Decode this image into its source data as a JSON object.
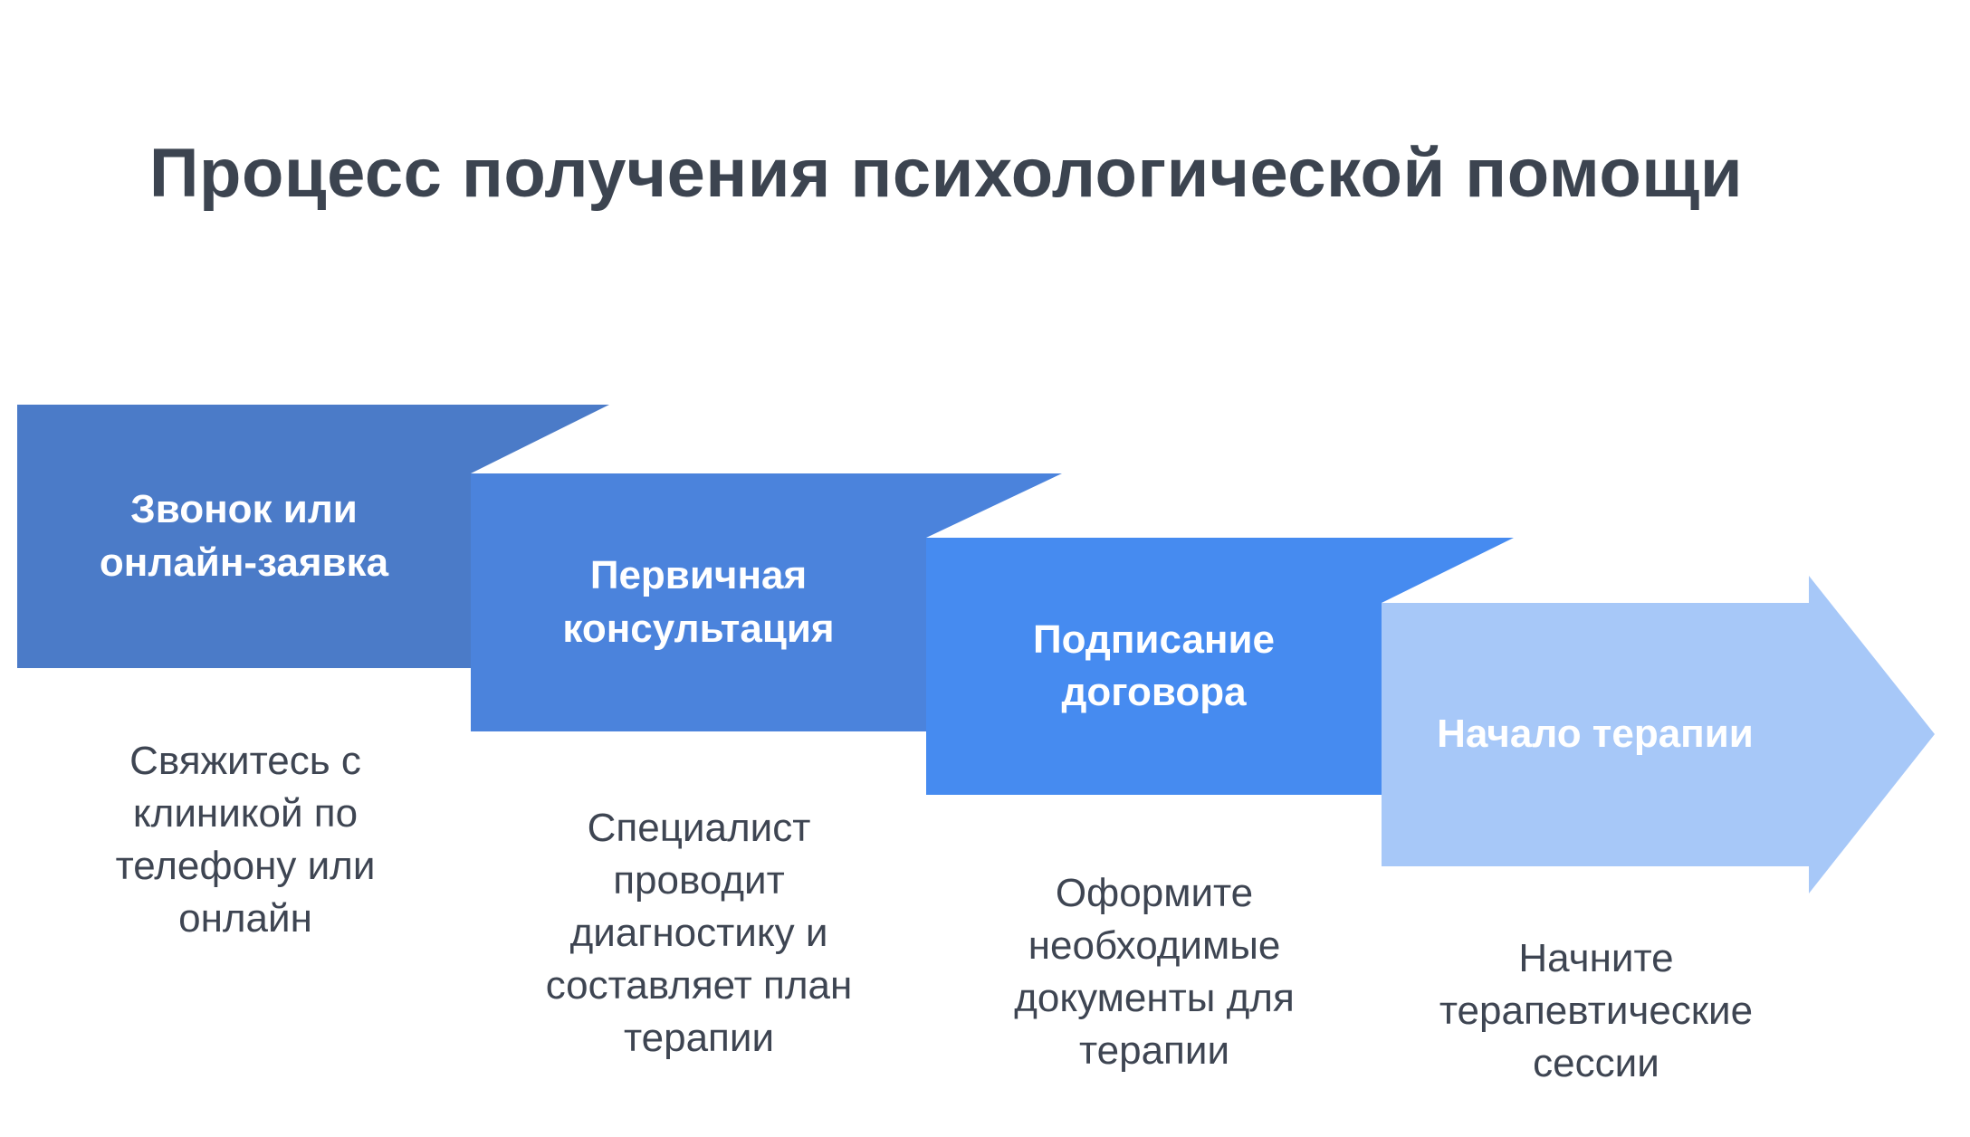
{
  "title": "Процесс получения психологической помощи",
  "title_color": "#3c4450",
  "description_color": "#3e4552",
  "steps": [
    {
      "label": "Звонок или онлайн-заявка",
      "description": "Свяжитесь с клиникой по телефону или онлайн",
      "color": "#4b7bc8"
    },
    {
      "label": "Первичная консультация",
      "description": "Специалист проводит диагностику и составляет план терапии",
      "color": "#4b83dc"
    },
    {
      "label": "Подписание договора",
      "description": "Оформите необходимые документы для терапии",
      "color": "#468bf0"
    },
    {
      "label": "Начало терапии",
      "description": "Начните терапевтические сессии",
      "color": "#a7c8f8"
    }
  ]
}
